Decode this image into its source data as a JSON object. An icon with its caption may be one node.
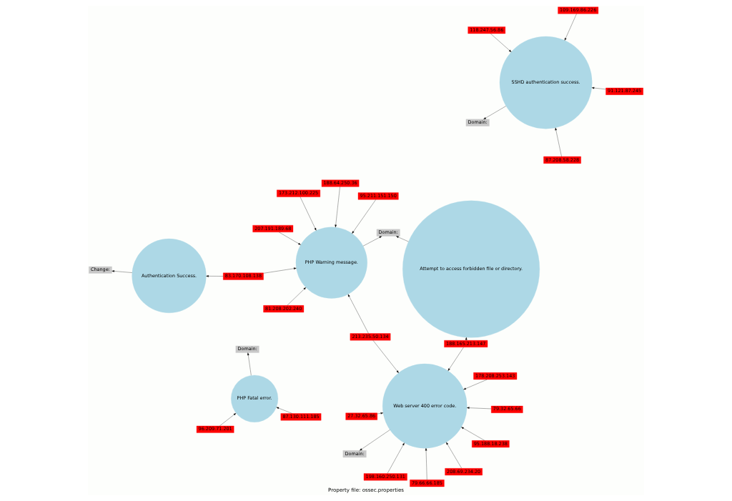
{
  "diagram": {
    "caption": "Property file: ossec.properties",
    "nodes": [
      {
        "text": [
          "Domain:"
        ]
      },
      {
        "text": [
          "95.188.18.238"
        ]
      },
      {
        "text": [
          "188.165.213.147"
        ]
      },
      {
        "text": [
          "Attempt to access forbidden file or directory."
        ]
      },
      {
        "text": [
          "178.208.253.143"
        ]
      },
      {
        "text": [
          "27.32.65.86"
        ]
      },
      {
        "text": [
          "Web server 400 error code."
        ]
      },
      {
        "text": [
          "208.69.234.20"
        ]
      },
      {
        "text": [
          "198.160.250.131"
        ]
      },
      {
        "text": [
          "Domain:"
        ]
      },
      {
        "text": [
          "118.247.56.86"
        ]
      },
      {
        "text": [
          "79.66.66.185"
        ]
      },
      {
        "text": [
          "91.121.87.245"
        ]
      },
      {
        "text": [
          "213.235.50.134"
        ]
      },
      {
        "text": [
          "79.32.65.66"
        ]
      },
      {
        "text": [
          "PHP Warning message."
        ]
      },
      {
        "text": [
          "87.208.58.228"
        ]
      },
      {
        "text": [
          "SSHD authentication success."
        ]
      },
      {
        "text": [
          "109.169.86.226"
        ]
      },
      {
        "text": [
          "96.209.71.201"
        ]
      },
      {
        "text": [
          "Domain:"
        ]
      },
      {
        "text": [
          "87.130.111.185"
        ]
      },
      {
        "text": [
          "PHP Fatal error."
        ]
      },
      {
        "text": [
          "Domain:"
        ]
      },
      {
        "text": [
          "95.211.151.150"
        ]
      },
      {
        "text": [
          "83.170.108.138"
        ]
      },
      {
        "text": [
          "Authentication Success."
        ]
      },
      {
        "text": [
          "173.212.100.225"
        ]
      },
      {
        "text": [
          "81.208.202.240"
        ]
      },
      {
        "text": [
          "188.64.250.36"
        ]
      },
      {
        "text": [
          "207.191.189.68"
        ]
      },
      {
        "text": [
          "Change:"
        ]
      }
    ],
    "edges": [
      {
        "from": 6,
        "to": 0,
        "arrow": "to"
      },
      {
        "from": 1,
        "to": 6,
        "arrow": "to"
      },
      {
        "from": 2,
        "to": 6,
        "arrow": "to"
      },
      {
        "from": 2,
        "to": 3,
        "arrow": "to"
      },
      {
        "from": 4,
        "to": 6,
        "arrow": "to"
      },
      {
        "from": 5,
        "to": 6,
        "arrow": "to"
      },
      {
        "from": 7,
        "to": 6,
        "arrow": "to"
      },
      {
        "from": 8,
        "to": 6,
        "arrow": "to"
      },
      {
        "from": 11,
        "to": 6,
        "arrow": "to"
      },
      {
        "from": 14,
        "to": 6,
        "arrow": "to"
      },
      {
        "from": 13,
        "to": 6,
        "arrow": "to"
      },
      {
        "from": 13,
        "to": 15,
        "arrow": "to"
      },
      {
        "from": 3,
        "to": 9,
        "arrow": "to"
      },
      {
        "from": 15,
        "to": 9,
        "arrow": "to"
      },
      {
        "from": 10,
        "to": 17,
        "arrow": "to"
      },
      {
        "from": 12,
        "to": 17,
        "arrow": "to"
      },
      {
        "from": 18,
        "to": 17,
        "arrow": "to"
      },
      {
        "from": 16,
        "to": 17,
        "arrow": "to"
      },
      {
        "from": 17,
        "to": 20,
        "arrow": "to"
      },
      {
        "from": 19,
        "to": 22,
        "arrow": "to"
      },
      {
        "from": 21,
        "to": 22,
        "arrow": "to"
      },
      {
        "from": 22,
        "to": 23,
        "arrow": "to"
      },
      {
        "from": 24,
        "to": 15,
        "arrow": "to"
      },
      {
        "from": 25,
        "to": 15,
        "arrow": "to"
      },
      {
        "from": 25,
        "to": 26,
        "arrow": "to"
      },
      {
        "from": 27,
        "to": 15,
        "arrow": "to"
      },
      {
        "from": 28,
        "to": 15,
        "arrow": "to"
      },
      {
        "from": 29,
        "to": 15,
        "arrow": "to"
      },
      {
        "from": 30,
        "to": 15,
        "arrow": "to"
      },
      {
        "from": 26,
        "to": 31,
        "arrow": "to"
      }
    ]
  }
}
